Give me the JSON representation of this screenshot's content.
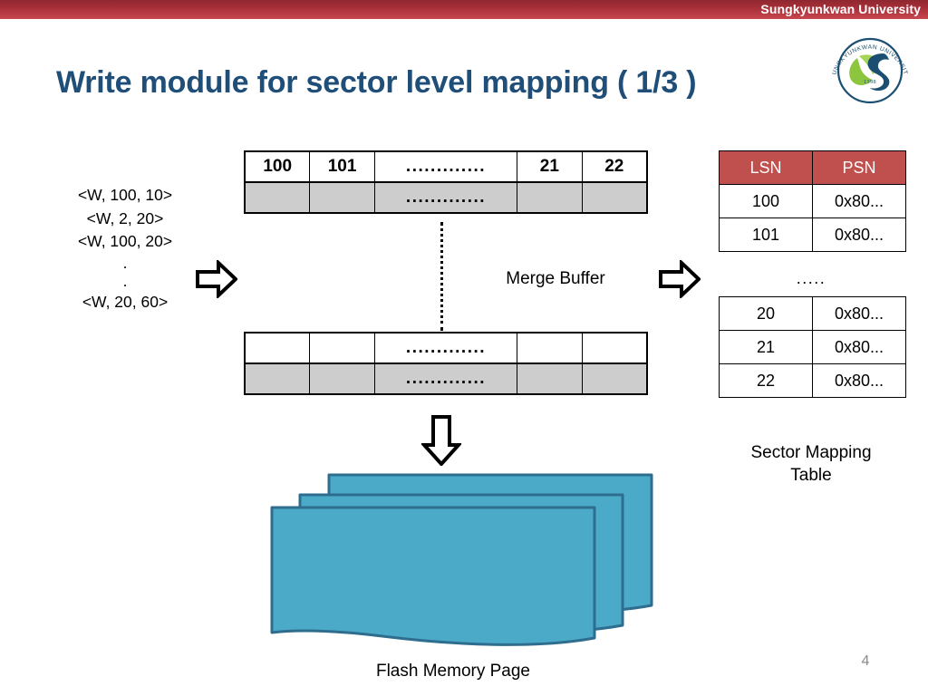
{
  "banner": {
    "university": "Sungkyunkwan University",
    "gradient_top": "#8f2730",
    "gradient_bottom": "#c8474f"
  },
  "title": {
    "text": "Write module for sector level mapping ( 1/3 )",
    "color": "#1f4e79"
  },
  "seal": {
    "name": "sungkyunkwan-university-seal",
    "arc_text_outer": "SUNGKYUNKWAN UNIVERSITY",
    "year": "1398"
  },
  "write_requests": {
    "lines": [
      "<W, 100, 10>",
      "<W, 2, 20>",
      "<W, 100, 20>",
      ".",
      ".",
      "<W, 20, 60>"
    ]
  },
  "merge_buffer": {
    "label": "Merge Buffer",
    "ellipsis": ".............",
    "top_table": {
      "row_white": [
        "100",
        "101",
        ".............",
        "21",
        "22"
      ],
      "row_gray": [
        "",
        "",
        ".............",
        "",
        ""
      ]
    },
    "bottom_table": {
      "row_white": [
        "",
        "",
        ".............",
        "",
        ""
      ],
      "row_gray": [
        "",
        "",
        ".............",
        "",
        ""
      ]
    },
    "gray_fill": "#cdcdcd"
  },
  "sector_mapping_table": {
    "caption_line1": "Sector Mapping",
    "caption_line2": "Table",
    "header_color": "#c0504d",
    "headers": [
      "LSN",
      "PSN"
    ],
    "rows_top": [
      [
        "100",
        "0x80..."
      ],
      [
        "101",
        "0x80..."
      ]
    ],
    "ellipsis": ".....",
    "rows_bottom": [
      [
        "20",
        "0x80..."
      ],
      [
        "21",
        "0x80..."
      ],
      [
        "22",
        "0x80..."
      ]
    ]
  },
  "flash": {
    "caption": "Flash Memory Page",
    "fill_color": "#4baac8",
    "stroke_color": "#2e6d8e",
    "page_count": 3
  },
  "footer": {
    "page_number": "4"
  }
}
